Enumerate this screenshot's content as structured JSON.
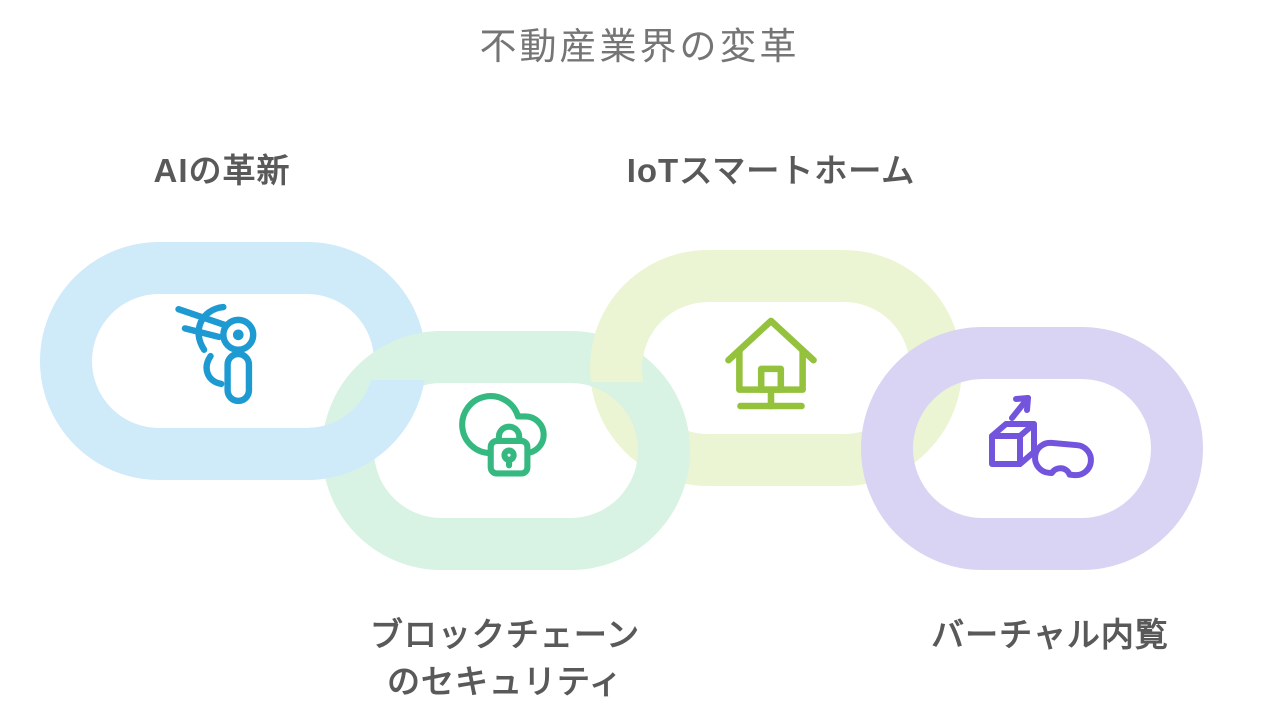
{
  "title": "不動産業界の変革",
  "styles": {
    "background": "#ffffff",
    "title_color": "#757575",
    "label_color": "#595959"
  },
  "nodes": [
    {
      "id": "ai-innovation",
      "label": "AIの革新",
      "ring_color": "#cfeaf8",
      "icon": "robot-arm-icon",
      "icon_color": "#1e9ad2"
    },
    {
      "id": "blockchain-security",
      "label_lines": [
        "ブロックチェーン",
        "のセキュリティ"
      ],
      "ring_color": "#d8f2e4",
      "icon": "cloud-lock-icon",
      "icon_color": "#35b981"
    },
    {
      "id": "iot-smart-home",
      "label": "IoTスマートホーム",
      "ring_color": "#ebf5d4",
      "icon": "smart-home-icon",
      "icon_color": "#94c23d"
    },
    {
      "id": "virtual-tour",
      "label": "バーチャル内覧",
      "ring_color": "#d9d4f3",
      "icon": "vr-headset-icon",
      "icon_color": "#7354dd"
    }
  ]
}
